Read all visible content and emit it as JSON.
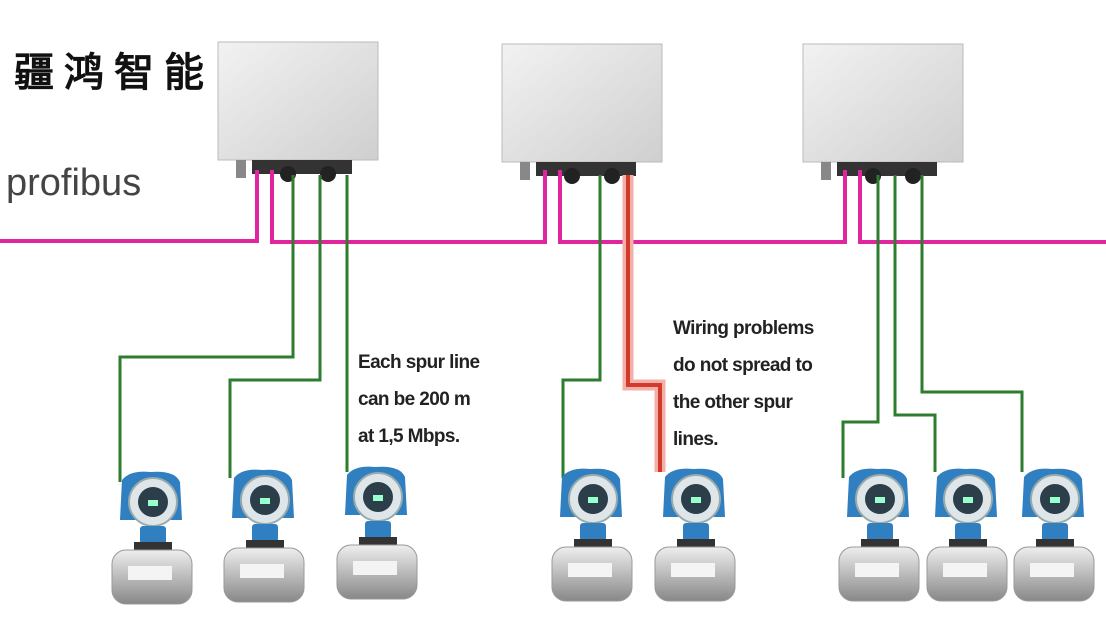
{
  "brand": "疆鸿智能",
  "bus_label": "profibus",
  "notes": {
    "spur_length": [
      "Each spur line",
      "can be 200 m",
      "at 1,5 Mbps."
    ],
    "isolation": [
      "Wiring problems",
      "do not spread to",
      "the other spur",
      "lines."
    ]
  },
  "colors": {
    "profibus": "#e0269e",
    "spur": "#2e7d2e",
    "faulty_spur": "#d33a2c",
    "device_blue": "#2f7fc1"
  }
}
